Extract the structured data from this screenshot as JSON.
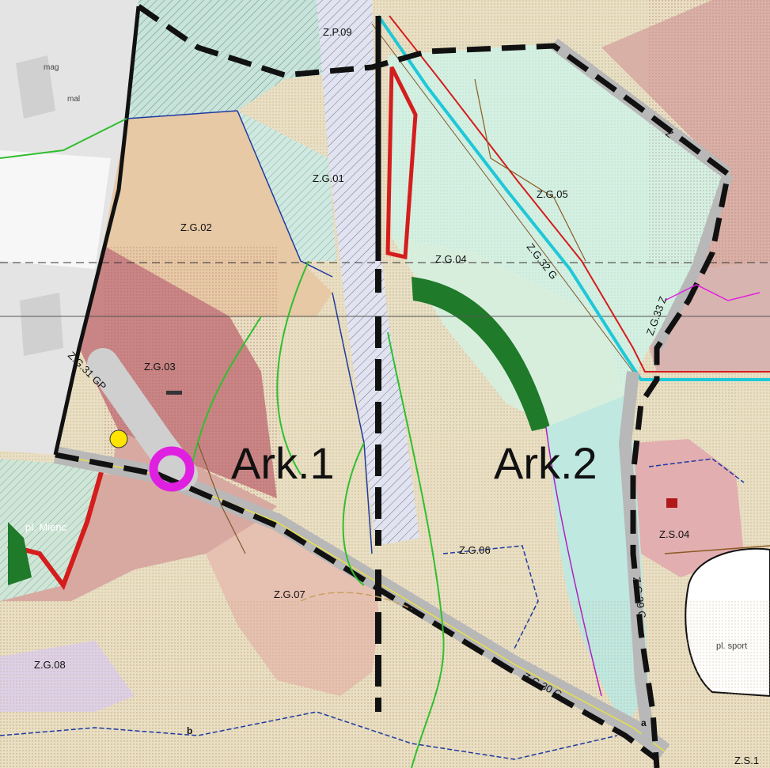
{
  "sheets": {
    "ark1": "Ark.1",
    "ark2": "Ark.2"
  },
  "zones": {
    "zp09": "Z.P.09",
    "zg01": "Z.G.01",
    "zg02": "Z.G.02",
    "zg03": "Z.G.03",
    "zg04": "Z.G.04",
    "zg05": "Z.G.05",
    "zg06": "Z.G.06",
    "zg07": "Z.G.07",
    "zg08": "Z.G.08",
    "zs04": "Z.S.04",
    "zs1": "Z.S.1"
  },
  "roads": {
    "zg30g": "Z.G.30 G",
    "zg31gp": "Z.G.31 GP",
    "zg32g": "Z.G.32 G",
    "zg33z": "Z.G.33 Z",
    "zg29g": "Z.G.29 G",
    "z_top": "Z"
  },
  "places": {
    "pl_mienc": "pl. Mienc",
    "pl_sport": "pl. sport",
    "mag": "mag",
    "mal": "mal"
  },
  "markers": {
    "a": "a",
    "b": "b"
  },
  "colors": {
    "residential": "#eadcb8",
    "service": "#d8a3a3",
    "green": "#d6f0e2",
    "water": "#dfe3f2",
    "pink_zone": "#e8b9b9",
    "dark_green": "#1f7a2a",
    "boundary": "#111111",
    "cyan_line": "#1ec8d8",
    "red_line": "#d41d1d",
    "magenta": "#e020e0",
    "yellow_dot": "#ffe400"
  }
}
